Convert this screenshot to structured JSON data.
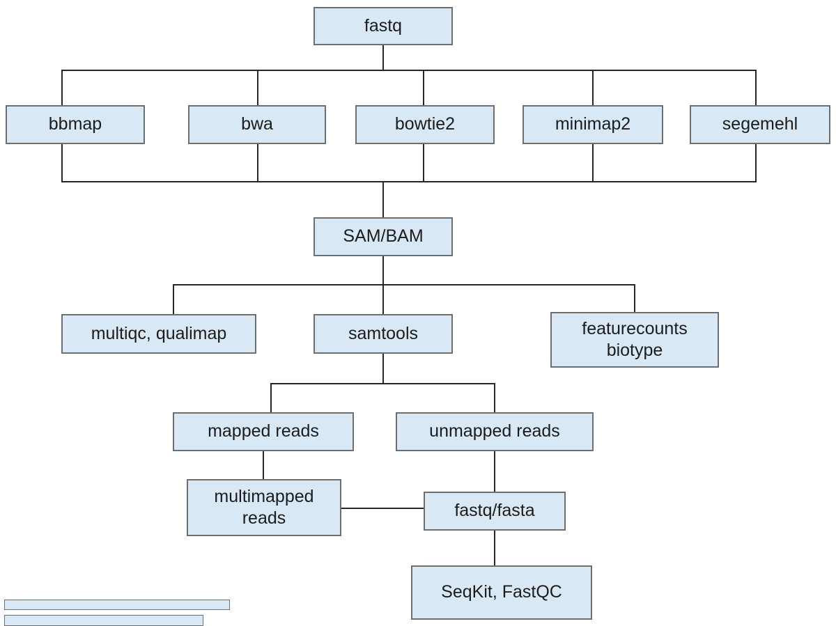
{
  "diagram": {
    "title": "read alignment pipeline flowchart",
    "colors": {
      "box_fill": "#d9e8f5",
      "box_border": "#6e6e6e",
      "line_color": "#262626"
    },
    "nodes": {
      "fastq": {
        "label": "fastq"
      },
      "bbmap": {
        "label": "bbmap"
      },
      "bwa": {
        "label": "bwa"
      },
      "bowtie2": {
        "label": "bowtie2"
      },
      "minimap2": {
        "label": "minimap2"
      },
      "segemehl": {
        "label": "segemehl"
      },
      "sambam": {
        "label": "SAM/BAM"
      },
      "multiqc": {
        "label": "multiqc, qualimap"
      },
      "samtools": {
        "label": "samtools"
      },
      "feature": {
        "label": "featurecounts\nbiotype"
      },
      "mapped": {
        "label": "mapped reads"
      },
      "unmapped": {
        "label": "unmapped reads"
      },
      "multimapped": {
        "label": "multimapped\nreads"
      },
      "fastqfasta": {
        "label": "fastq/fasta"
      },
      "seqkit": {
        "label": "SeqKit, FastQC"
      }
    }
  }
}
